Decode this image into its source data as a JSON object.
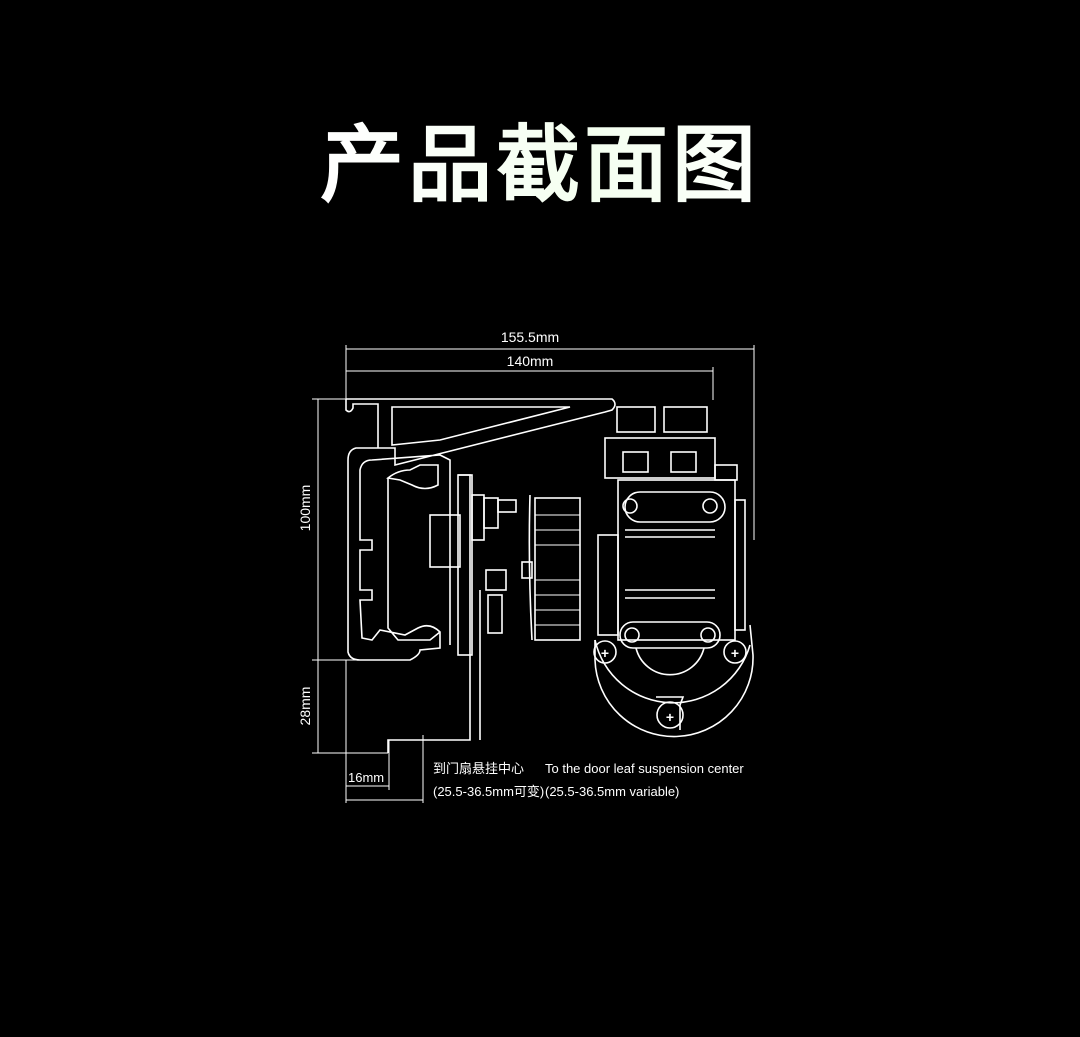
{
  "title": "产品截面图",
  "dimensions": {
    "overall_width": "155.5mm",
    "inner_width": "140mm",
    "height_main": "100mm",
    "height_lower": "28mm",
    "offset": "16mm"
  },
  "notes": {
    "cn_line1": "到门扇悬挂中心",
    "cn_line2": "(25.5-36.5mm可变)",
    "en_line1": "To the door leaf suspension center",
    "en_line2": "(25.5-36.5mm variable)"
  },
  "colors": {
    "background": "#000000",
    "line": "#ffffff"
  }
}
